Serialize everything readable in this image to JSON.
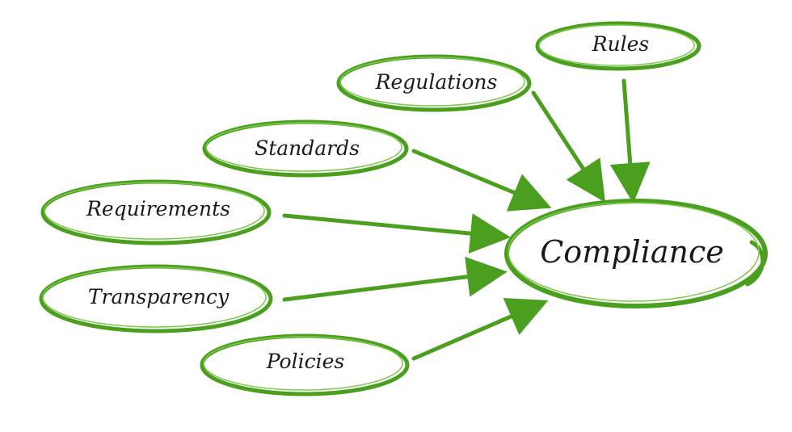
{
  "colors": {
    "stroke": "#4aa01e",
    "stroke_light": "#7cc84a",
    "text": "#1a1a1a"
  },
  "center": {
    "label": "Compliance"
  },
  "nodes": [
    {
      "label": "Rules"
    },
    {
      "label": "Regulations"
    },
    {
      "label": "Standards"
    },
    {
      "label": "Requirements"
    },
    {
      "label": "Transparency"
    },
    {
      "label": "Policies"
    }
  ]
}
